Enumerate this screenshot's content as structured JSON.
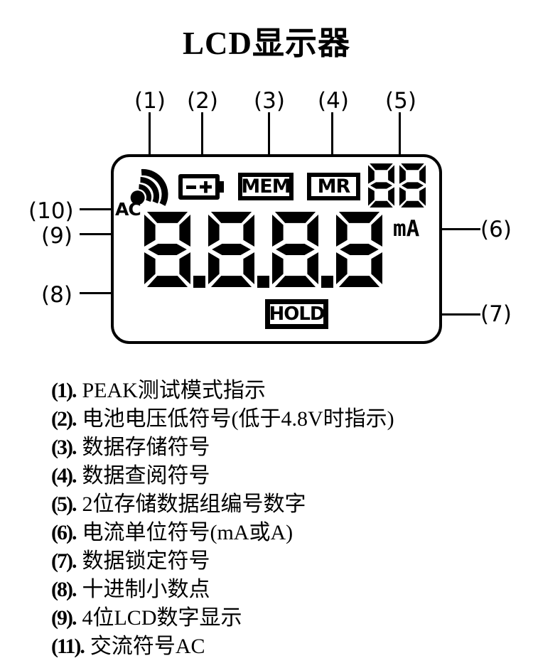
{
  "title": "LCD显示器",
  "colors": {
    "ink": "#000000",
    "background": "#ffffff"
  },
  "diagram": {
    "callouts": {
      "c1": "(1)",
      "c2": "(2)",
      "c3": "(3)",
      "c4": "(4)",
      "c5": "(5)",
      "c6": "(6)",
      "c7": "(7)",
      "c8": "(8)",
      "c9": "(9)",
      "c10": "(10)"
    },
    "lcd": {
      "ac_label": "AC",
      "mem_label": "MEM",
      "mr_label": "MR",
      "small_digits": "88",
      "main_digits": "8888",
      "unit_label": "mA",
      "hold_label": "HOLD"
    }
  },
  "legend": {
    "items": [
      {
        "num": "(1).",
        "text": "PEAK测试模式指示"
      },
      {
        "num": "(2).",
        "text": "电池电压低符号(低于4.8V时指示)"
      },
      {
        "num": "(3).",
        "text": "数据存储符号"
      },
      {
        "num": "(4).",
        "text": "数据查阅符号"
      },
      {
        "num": "(5).",
        "text": "2位存储数据组编号数字"
      },
      {
        "num": "(6).",
        "text": "电流单位符号(mA或A)"
      },
      {
        "num": "(7).",
        "text": "数据锁定符号"
      },
      {
        "num": "(8).",
        "text": "十进制小数点"
      },
      {
        "num": "(9).",
        "text": "4位LCD数字显示"
      },
      {
        "num": "(11).",
        "text": "交流符号AC"
      }
    ]
  }
}
